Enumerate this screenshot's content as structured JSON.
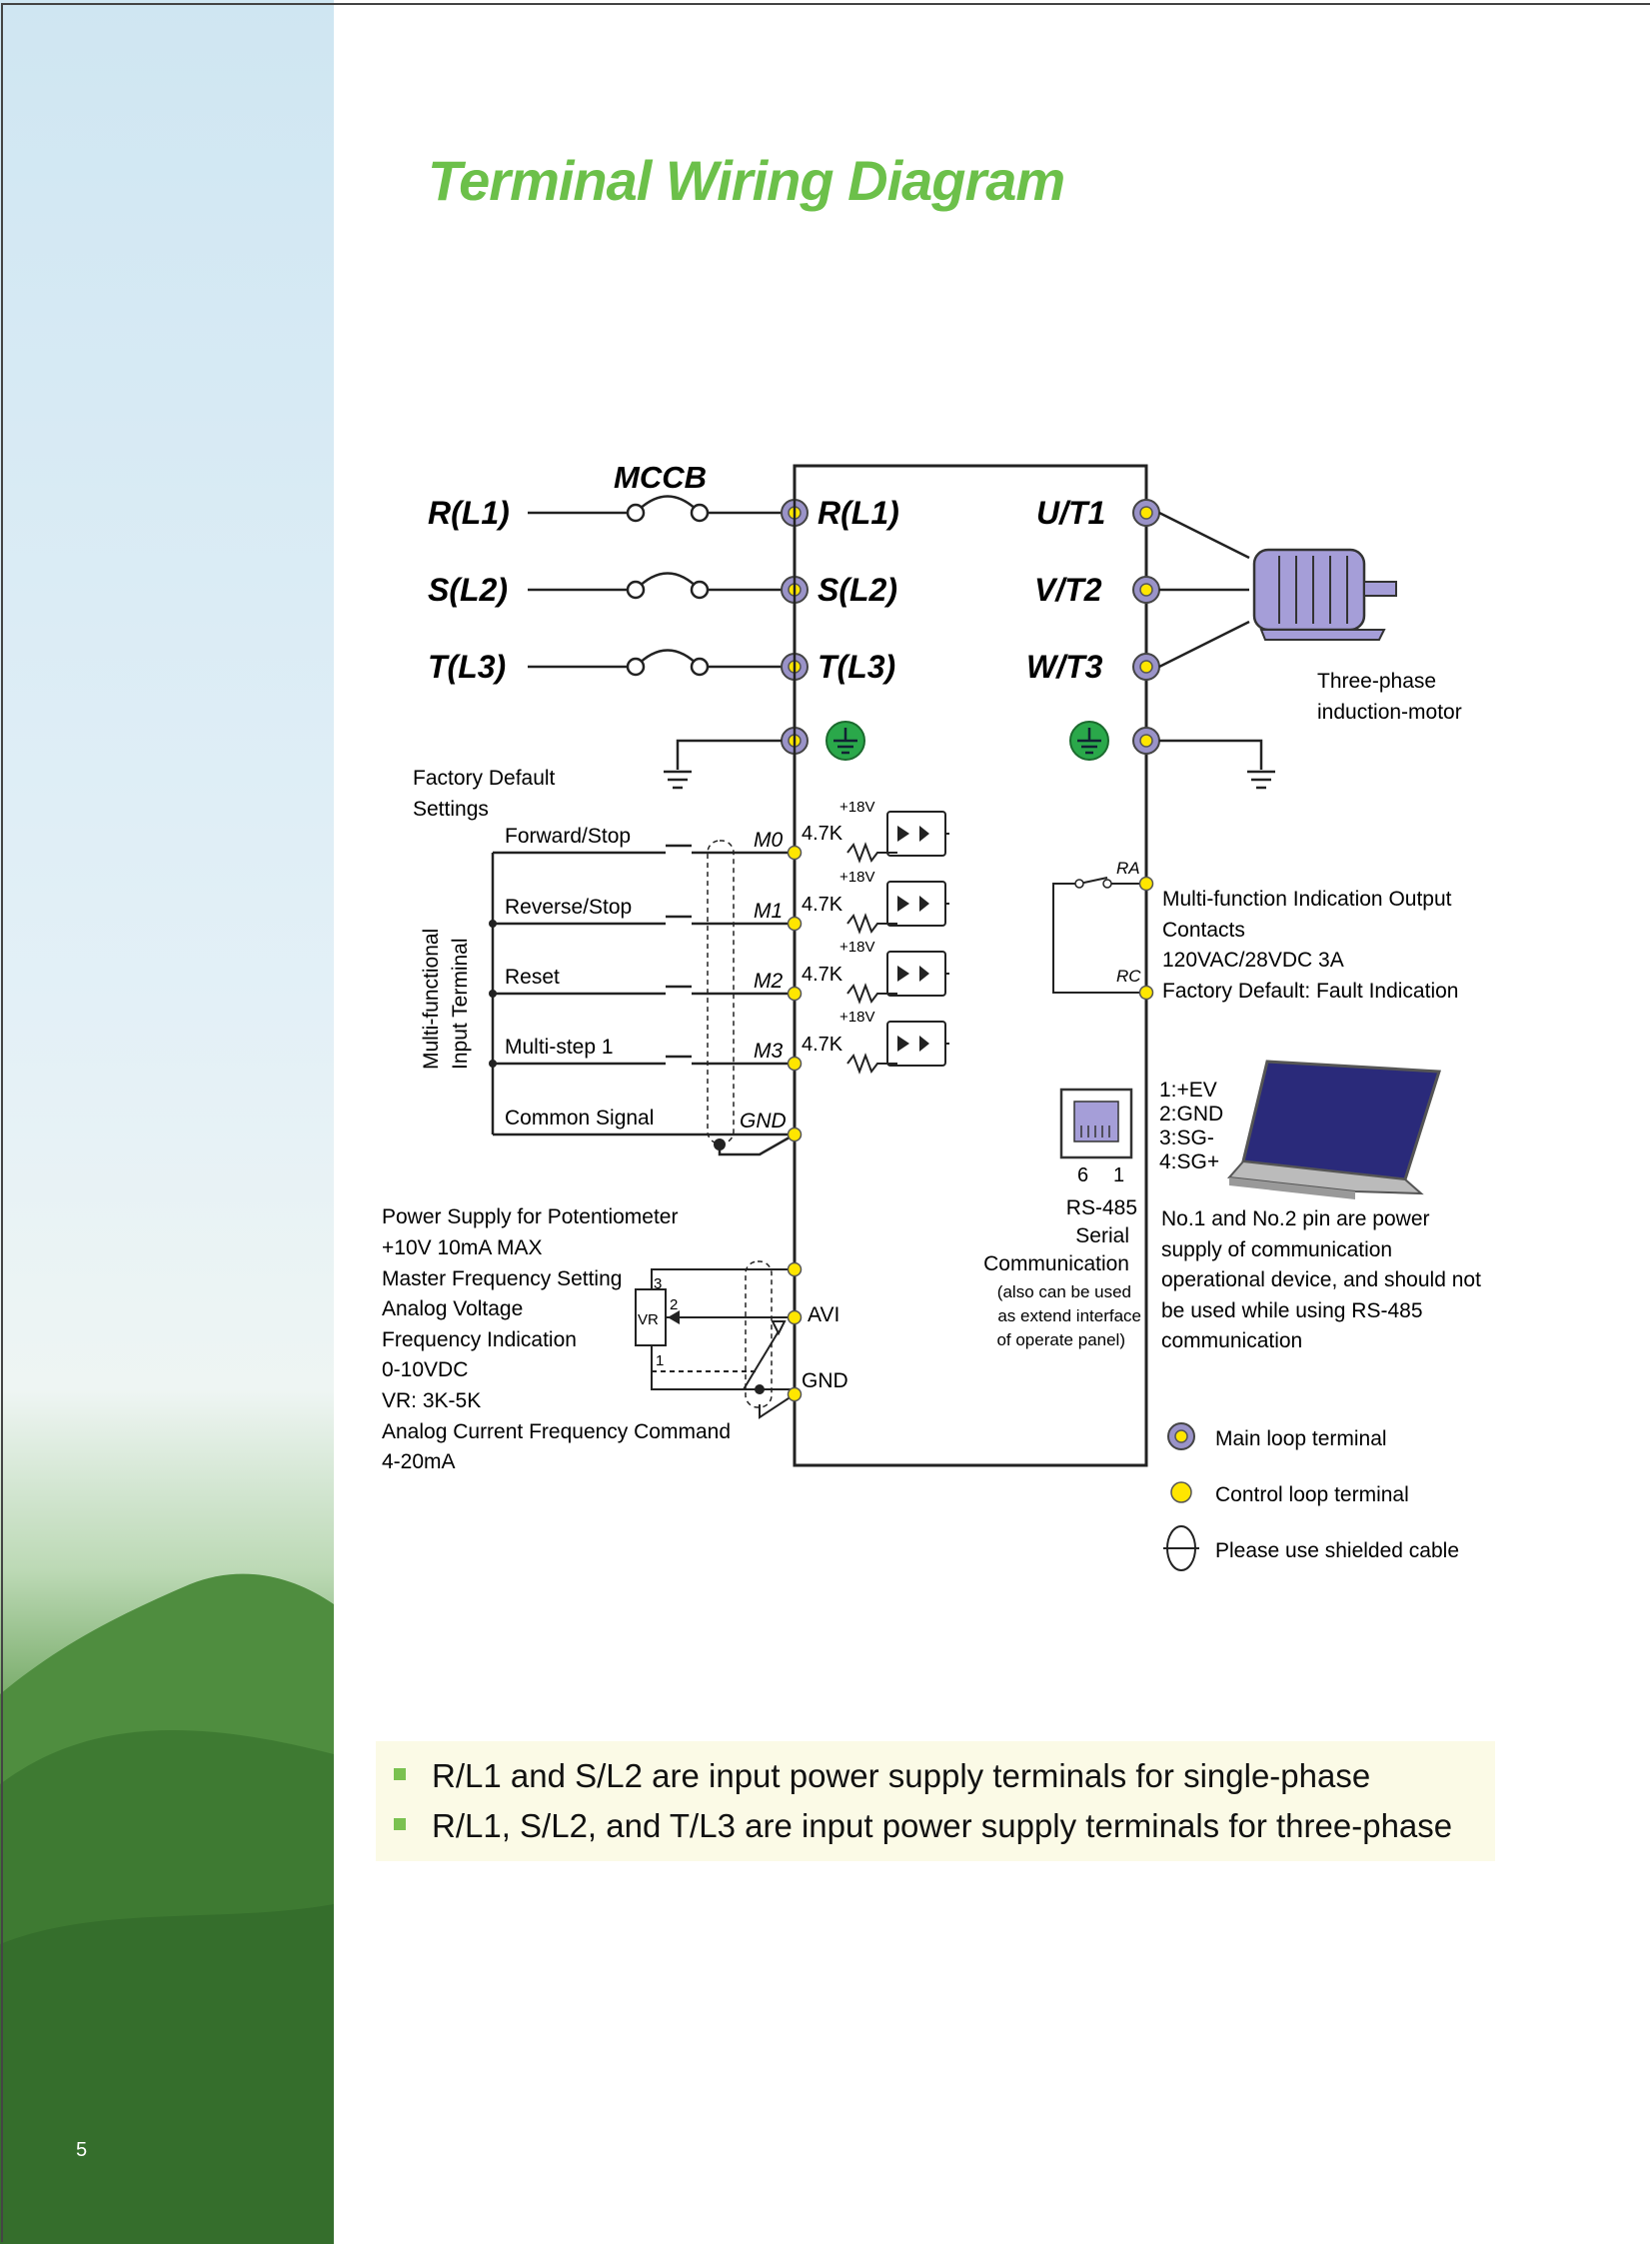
{
  "page": {
    "number": "5",
    "title": "Terminal Wiring Diagram"
  },
  "power": {
    "breaker": "MCCB",
    "inputs": [
      "R(L1)",
      "S(L2)",
      "T(L3)"
    ],
    "outputs": [
      "U/T1",
      "V/T2",
      "W/T3"
    ],
    "motor": [
      "Three-phase",
      "induction-motor"
    ]
  },
  "inputs": {
    "default_heading": [
      "Factory Default",
      "Settings"
    ],
    "vertical_label": [
      "Multi-functional",
      "Input Terminal"
    ],
    "rows": [
      {
        "label": "Forward/Stop",
        "terminal": "M0"
      },
      {
        "label": "Reverse/Stop",
        "terminal": "M1"
      },
      {
        "label": "Reset",
        "terminal": "M2"
      },
      {
        "label": "Multi-step 1",
        "terminal": "M3"
      }
    ],
    "common": {
      "label": "Common Signal",
      "terminal": "GND"
    },
    "resistor": "4.7K",
    "supply": "+18V"
  },
  "analog": {
    "lines": [
      "Power Supply for Potentiometer",
      "+10V 10mA MAX",
      "Master Frequency Setting",
      "Analog Voltage",
      "Frequency Indication",
      "0-10VDC",
      "VR: 3K-5K",
      "Analog Current Frequency Command",
      "4-20mA"
    ],
    "avi": "AVI",
    "gnd": "GND",
    "vr": "VR",
    "pins": [
      "3",
      "2",
      "1"
    ]
  },
  "relay": {
    "ra": "RA",
    "rc": "RC",
    "lines": [
      "Multi-function Indication Output",
      "Contacts",
      "120VAC/28VDC 3A",
      "Factory Default: Fault Indication"
    ]
  },
  "rs485": {
    "pins": [
      "1:+EV",
      "2:GND",
      "3:SG-",
      "4:SG+"
    ],
    "pin_numbers": [
      "6",
      "1"
    ],
    "label": [
      "RS-485",
      "Serial",
      "Communication"
    ],
    "note_small": [
      "(also can be used",
      "as extend interface",
      "of operate panel)"
    ],
    "pin_note": [
      "No.1 and No.2 pin are power",
      "supply of communication",
      "operational device, and should not",
      "be used while using RS-485",
      "communication"
    ]
  },
  "legend": {
    "main": "Main loop terminal",
    "control": "Control loop terminal",
    "shielded": "Please use shielded cable"
  },
  "notes": [
    "R/L1 and S/L2 are input power supply terminals for single-phase",
    "R/L1, S/L2, and T/L3 are input power supply terminals for three-phase"
  ],
  "colors": {
    "title_green": "#6cc04a",
    "main_terminal": "#9a93c8",
    "control_terminal": "#ffe600",
    "ground_green": "#2aa84a"
  }
}
